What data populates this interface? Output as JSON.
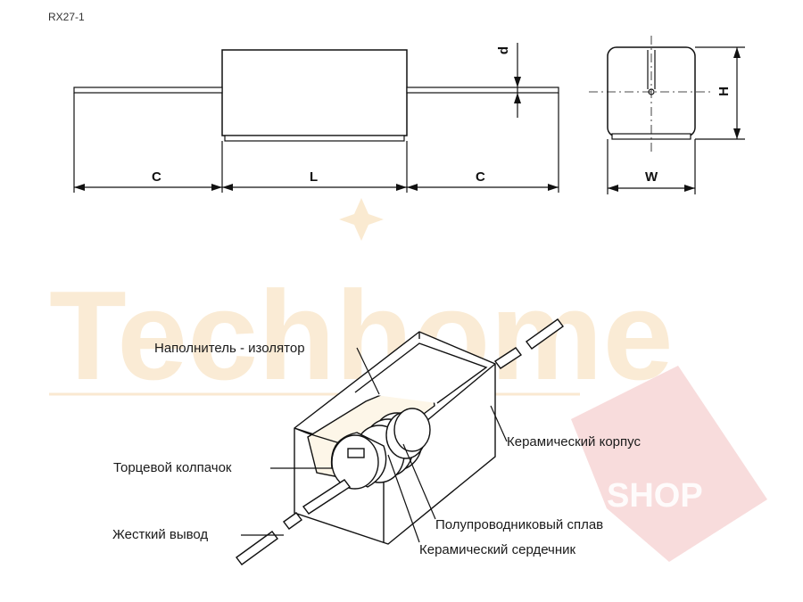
{
  "model": "RX27-1",
  "dimensions": {
    "c_left": "C",
    "l": "L",
    "c_right": "C",
    "d": "d",
    "h": "H",
    "w": "W"
  },
  "watermark": {
    "brand": "Techhome",
    "badge": "SHOP"
  },
  "callouts": {
    "filler": "Наполнитель - изолятор",
    "body": "Керамический корпус",
    "end_cap": "Торцевой колпачок",
    "alloy": "Полупроводниковый сплав",
    "core": "Керамический сердечник",
    "lead": "Жесткий вывод"
  },
  "colors": {
    "line": "#111111",
    "body_fill": "#fdf6e8",
    "watermark": "#f6d7a8",
    "badge": "#f2b3b3"
  }
}
